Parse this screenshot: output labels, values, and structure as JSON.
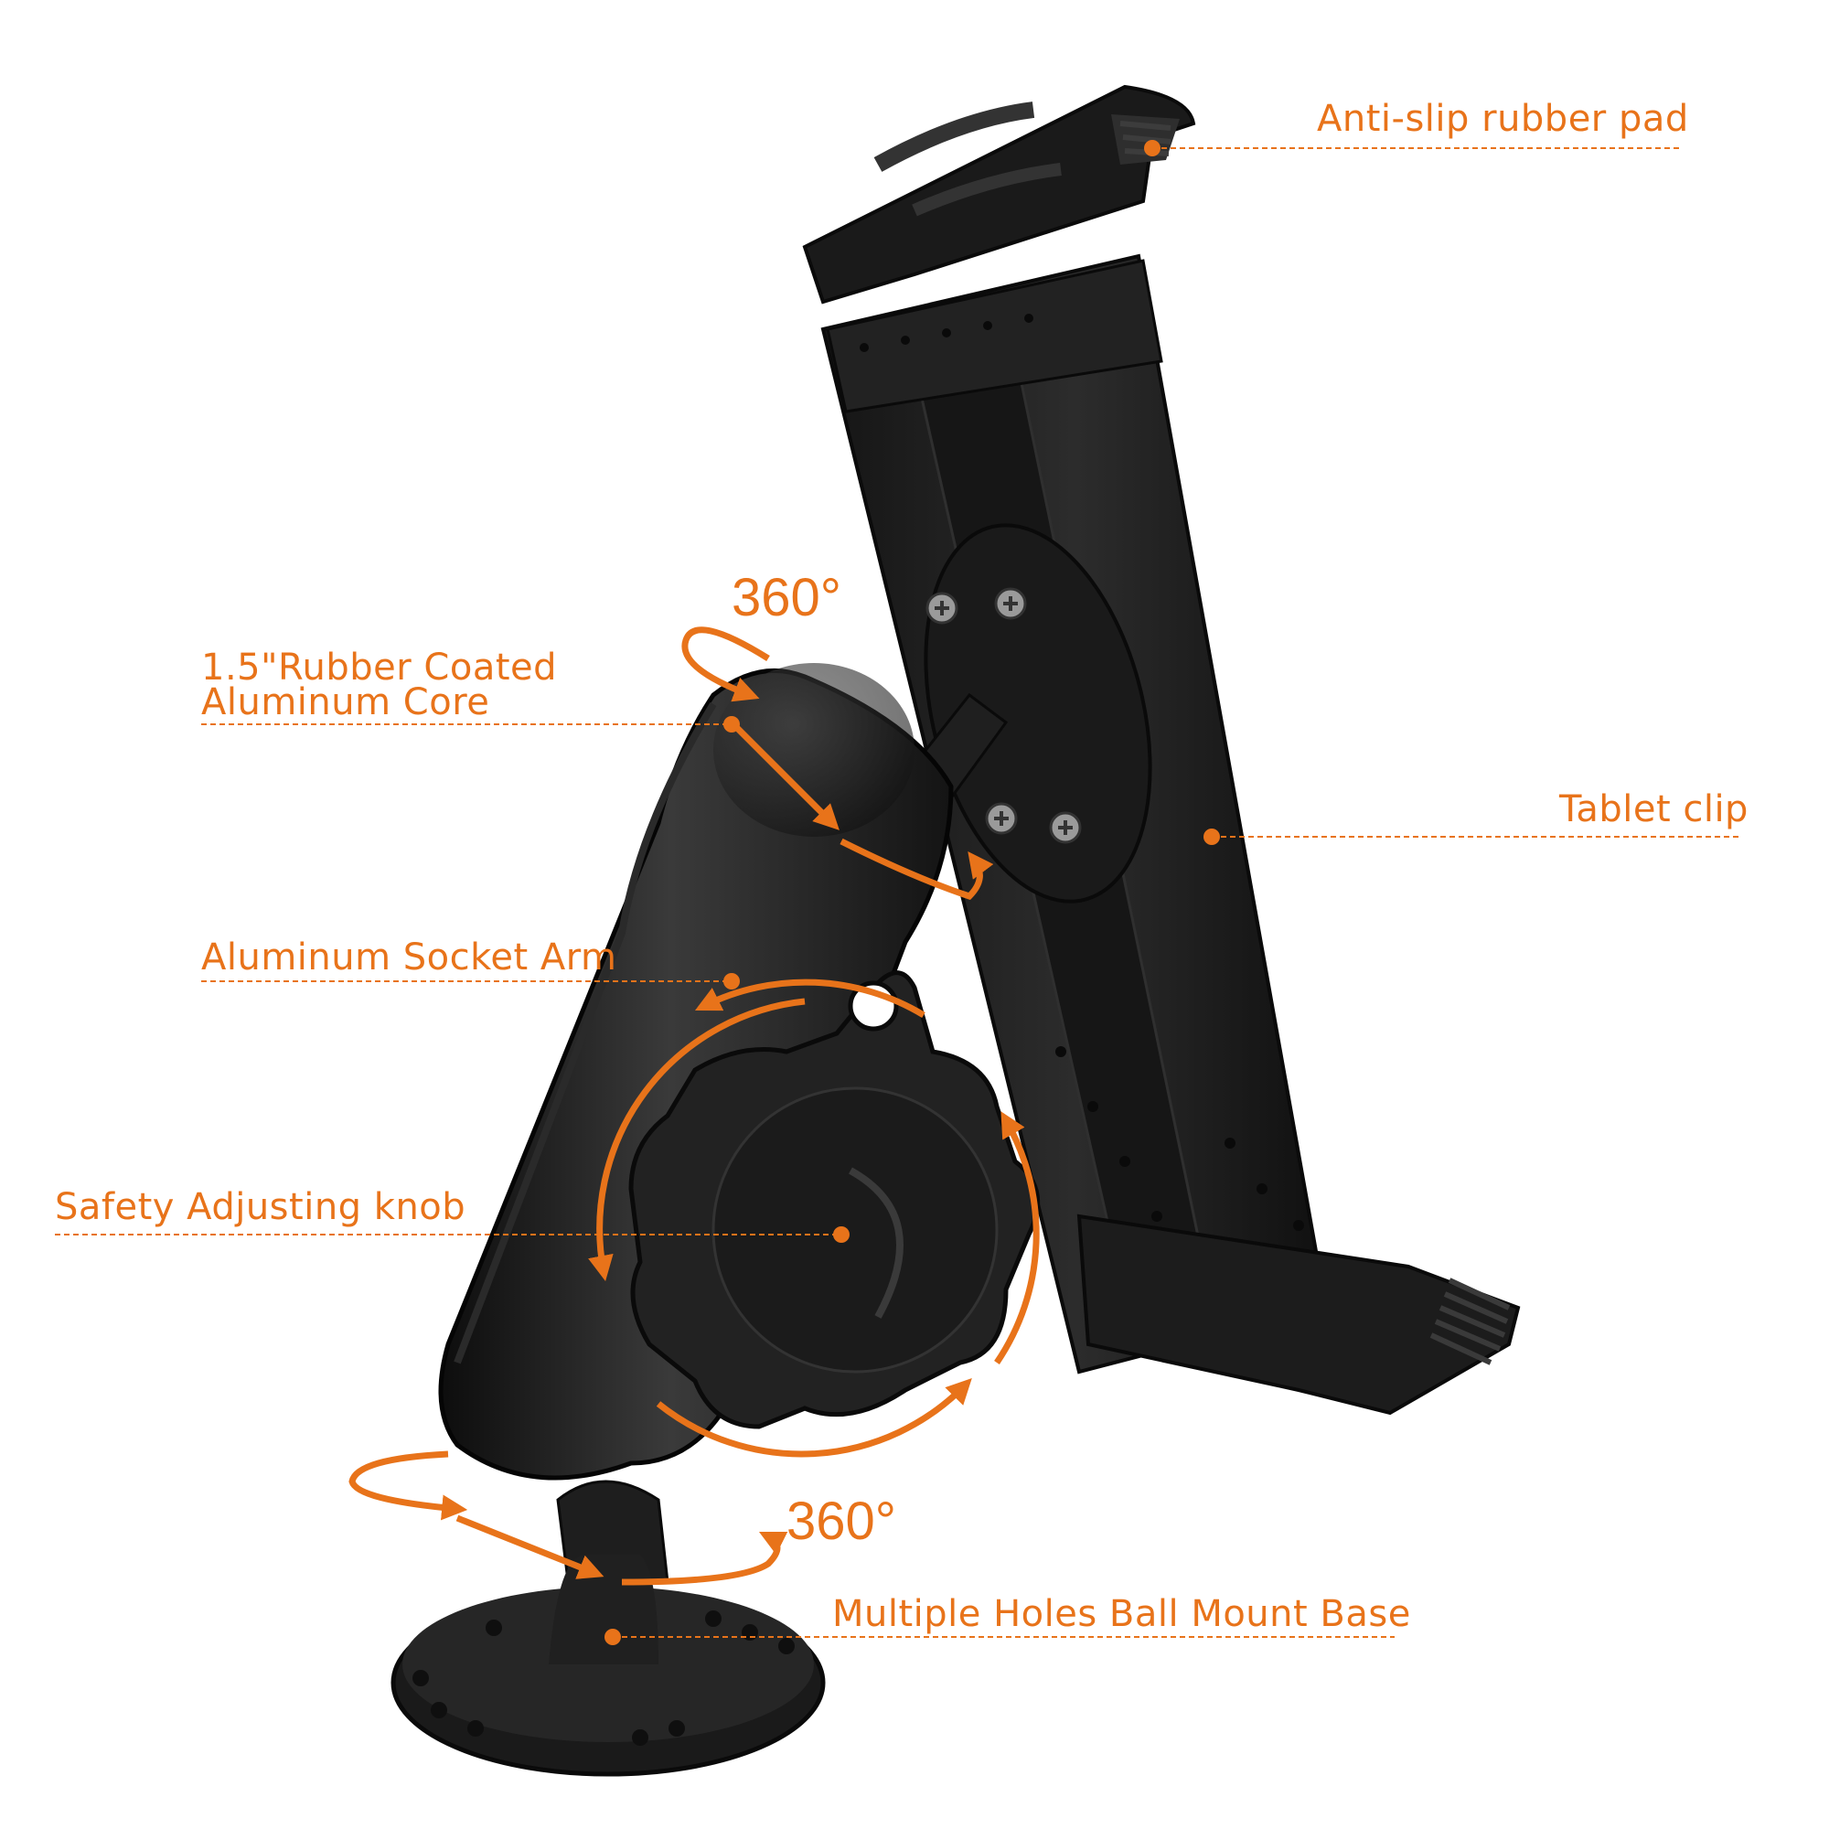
{
  "accent_color": "#e8731a",
  "product_color": "#1e1e1e",
  "rotation_labels": {
    "top": "360°",
    "bottom": "360°"
  },
  "callouts": {
    "rubber_pad": "Anti-slip rubber pad",
    "rubber_core_line1": "1.5\"Rubber Coated",
    "rubber_core_line2": "Aluminum Core",
    "tablet_clip": "Tablet clip",
    "socket_arm": "Aluminum Socket Arm",
    "knob": "Safety Adjusting knob",
    "base": "Multiple Holes Ball Mount Base"
  }
}
